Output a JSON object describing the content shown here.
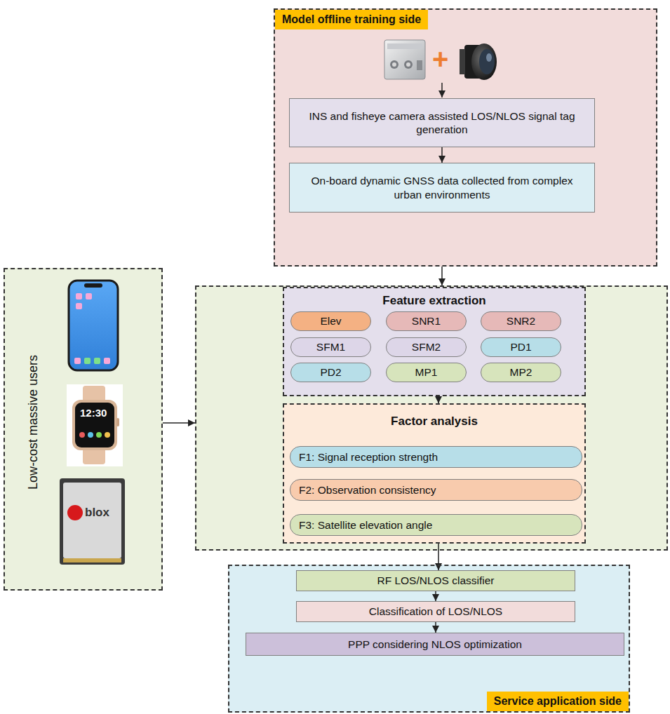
{
  "diagram": {
    "nodes": [
      {
        "text": [
          "Model offline training side"
        ]
      },
      {
        "text": [
          "INS and fisheye camera assisted LOS/NLOS signal tag generation"
        ],
        "in": 0
      },
      {
        "text": [
          "On-board dynamic GNSS data collected from complex urban environments"
        ],
        "in": 0
      },
      {
        "text": [
          "Low-cost massive users"
        ]
      },
      {
        "text": []
      },
      {
        "text": [
          "Feature extraction"
        ],
        "in": 4
      },
      {
        "text": [
          "Elev"
        ],
        "in": 5
      },
      {
        "text": [
          "SNR1"
        ],
        "in": 5
      },
      {
        "text": [
          "SNR2"
        ],
        "in": 5
      },
      {
        "text": [
          "SFM1"
        ],
        "in": 5
      },
      {
        "text": [
          "SFM2"
        ],
        "in": 5
      },
      {
        "text": [
          "PD1"
        ],
        "in": 5
      },
      {
        "text": [
          "PD2"
        ],
        "in": 5
      },
      {
        "text": [
          "MP1"
        ],
        "in": 5
      },
      {
        "text": [
          "MP2"
        ],
        "in": 5
      },
      {
        "text": [
          "Factor analysis"
        ],
        "in": 4
      },
      {
        "text": [
          "F1: Signal reception strength"
        ],
        "in": 15
      },
      {
        "text": [
          "F2: Observation consistency"
        ],
        "in": 15
      },
      {
        "text": [
          "F3: Satellite elevation angle"
        ],
        "in": 15
      },
      {
        "text": [
          "Service application side"
        ]
      },
      {
        "text": [
          "RF LOS/NLOS classifier"
        ],
        "in": 19
      },
      {
        "text": [
          "Classification of LOS/NLOS"
        ],
        "in": 19
      },
      {
        "text": [
          "PPP considering NLOS optimization"
        ],
        "in": 19
      }
    ],
    "edges": [
      {
        "from": 1,
        "to": 2,
        "arrow": "to"
      },
      {
        "from": 0,
        "to": 4,
        "arrow": "to"
      },
      {
        "from": 3,
        "to": 4,
        "arrow": "to"
      },
      {
        "from": 5,
        "to": 15,
        "arrow": "to"
      },
      {
        "from": 15,
        "to": 20,
        "arrow": "to"
      },
      {
        "from": 20,
        "to": 21,
        "arrow": "to"
      },
      {
        "from": 21,
        "to": 22,
        "arrow": "to"
      }
    ],
    "labels": [
      "+",
      "12:30",
      "blox"
    ]
  }
}
